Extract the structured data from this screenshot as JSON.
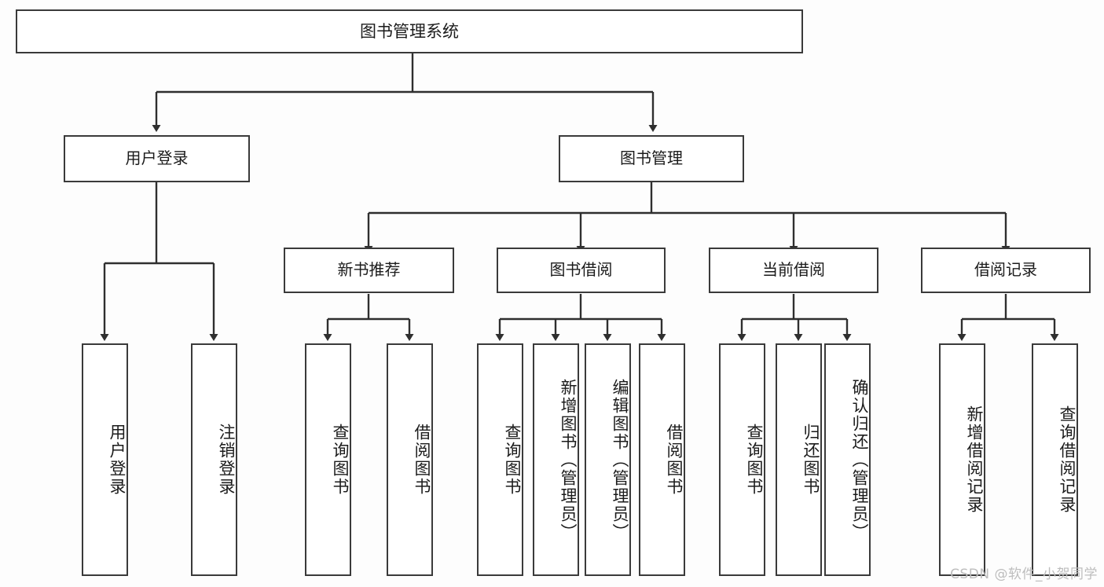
{
  "diagram": {
    "title": "图书管理系统",
    "type": "tree",
    "orientation": "top-down",
    "colors": {
      "box_border": "#3a3a3a",
      "box_fill": "#ffffff",
      "edge": "#2f2f2f",
      "background": "#fdfdfd",
      "watermark": "#bdbdbd"
    }
  },
  "nodes": {
    "root": {
      "label": "图书管理系统"
    },
    "level1": [
      {
        "id": "user-login",
        "label": "用户登录"
      },
      {
        "id": "book-manage",
        "label": "图书管理"
      }
    ],
    "level2": [
      {
        "id": "new-book-recommend",
        "label": "新书推荐"
      },
      {
        "id": "book-borrow",
        "label": "图书借阅"
      },
      {
        "id": "current-borrow",
        "label": "当前借阅"
      },
      {
        "id": "borrow-record",
        "label": "借阅记录"
      }
    ],
    "leaves": {
      "user_login": [
        {
          "id": "leaf-user-login",
          "label": "用户登录"
        },
        {
          "id": "leaf-logout-login",
          "label": "注销登录"
        }
      ],
      "new_book_recommend": [
        {
          "id": "leaf-query-book-1",
          "label": "查询图书"
        },
        {
          "id": "leaf-borrow-book-1",
          "label": "借阅图书"
        }
      ],
      "book_borrow": [
        {
          "id": "leaf-query-book-2",
          "label": "查询图书"
        },
        {
          "id": "leaf-add-book",
          "label": "新增图书（管理员）"
        },
        {
          "id": "leaf-edit-book",
          "label": "编辑图书（管理员）"
        },
        {
          "id": "leaf-borrow-book-2",
          "label": "借阅图书"
        }
      ],
      "current_borrow": [
        {
          "id": "leaf-query-book-3",
          "label": "查询图书"
        },
        {
          "id": "leaf-return-book",
          "label": "归还图书"
        },
        {
          "id": "leaf-confirm-return",
          "label": "确认归还（管理员）"
        }
      ],
      "borrow_record": [
        {
          "id": "leaf-add-record",
          "label": "新增借阅记录"
        },
        {
          "id": "leaf-query-record",
          "label": "查询借阅记录"
        }
      ]
    }
  },
  "watermark": {
    "text": "CSDN @软件_小贺同学"
  }
}
